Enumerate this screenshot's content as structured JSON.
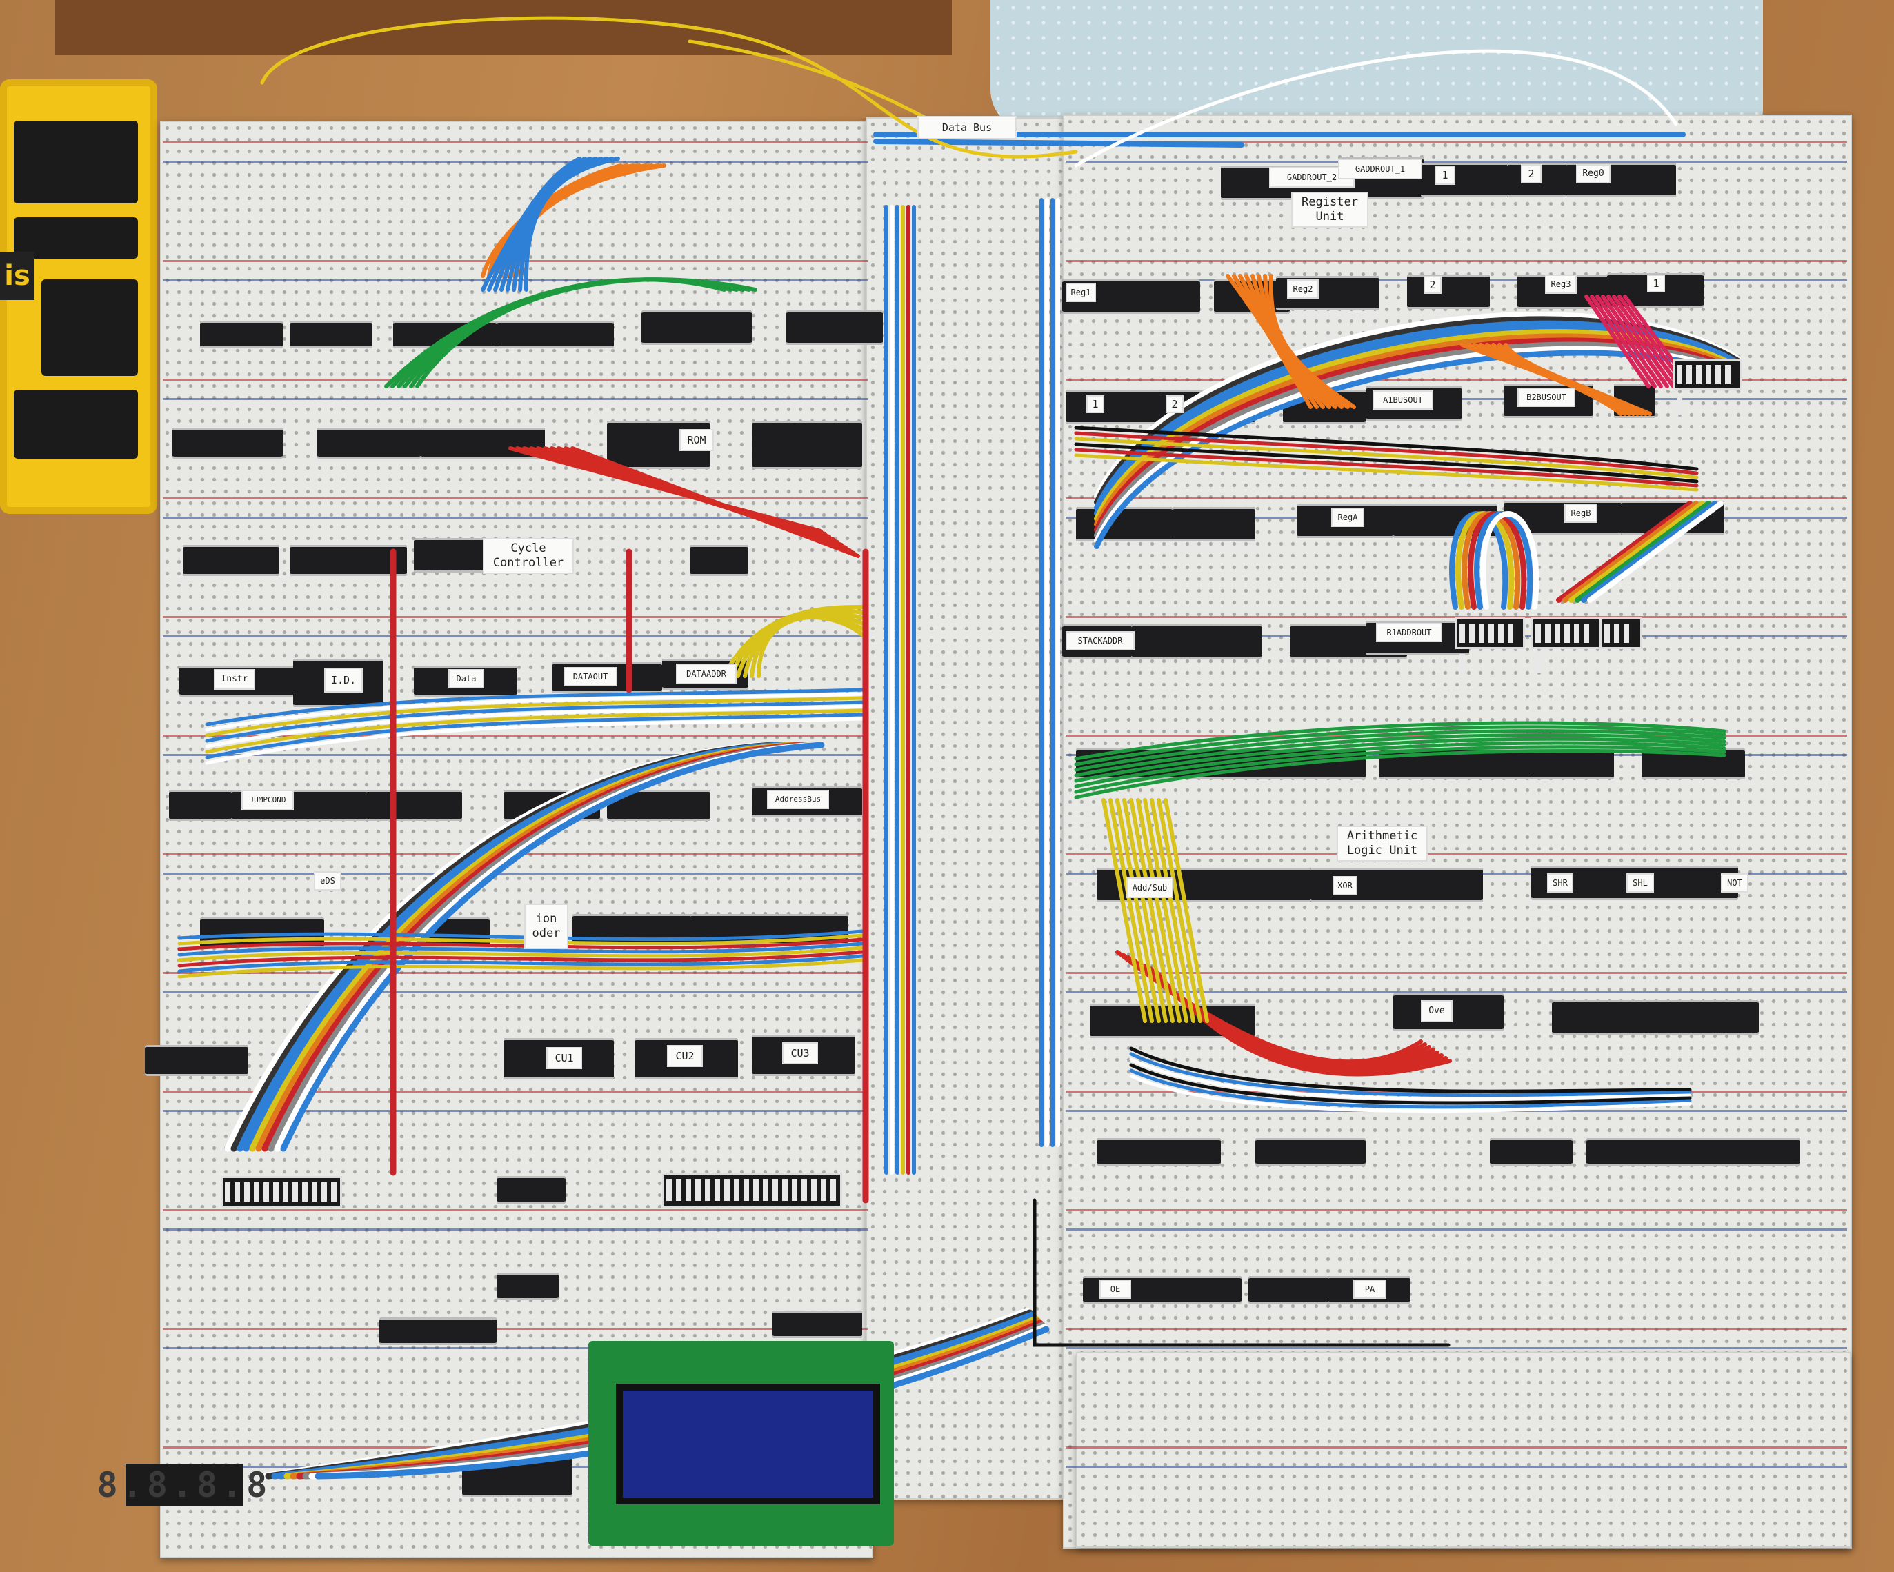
{
  "toolbox": {
    "brand_text": "is"
  },
  "labels": {
    "data_bus": "Data Bus",
    "gaddrout_2": "GADDROUT_2",
    "gaddrout_1": "GADDROUT_1",
    "reg0_nibble_1": "1",
    "reg0_nibble_2": "2",
    "reg0": "Reg0",
    "register_unit": "Register\nUnit",
    "reg1": "Reg1",
    "reg2": "Reg2",
    "reg2_nibble": "2",
    "reg3": "Reg3",
    "reg3_nibble": "1",
    "bus_nibble_1": "1",
    "bus_nibble_2": "2",
    "a1busout": "A1BUSOUT",
    "b2busout": "B2BUSOUT",
    "rega": "RegA",
    "regb": "RegB",
    "stackaddr": "STACKADDR",
    "r1addrout": "R1ADDROUT",
    "rom": "ROM",
    "cycle_controller": "Cycle\nController",
    "instr": "Instr",
    "id": "I.D.",
    "data": "Data",
    "dataout": "DATAOUT",
    "dataaddr": "DATAADDR",
    "jumpcond": "JUMPCOND",
    "address_bus": "AddressBus",
    "eds": "eDS",
    "instruction_decoder_partial": "ion\noder",
    "cu1": "CU1",
    "cu2": "CU2",
    "cu3": "CU3",
    "alu": "Arithmetic\nLogic Unit",
    "add_sub": "Add/Sub",
    "xor": "XOR",
    "shr": "SHR",
    "shl": "SHL",
    "not": "NOT",
    "overflow_partial": "Ove",
    "oe": "OE",
    "pa": "PA"
  },
  "displays": {
    "seven_segment": "8.8.8.8"
  },
  "colors": {
    "wood": "#b07a45",
    "breadboard": "#e8e8e4",
    "chip": "#1d1d1f",
    "lcd_pcb": "#1f8a3a",
    "lcd_screen": "#1c2a8c",
    "toolbox": "#f2c417"
  }
}
